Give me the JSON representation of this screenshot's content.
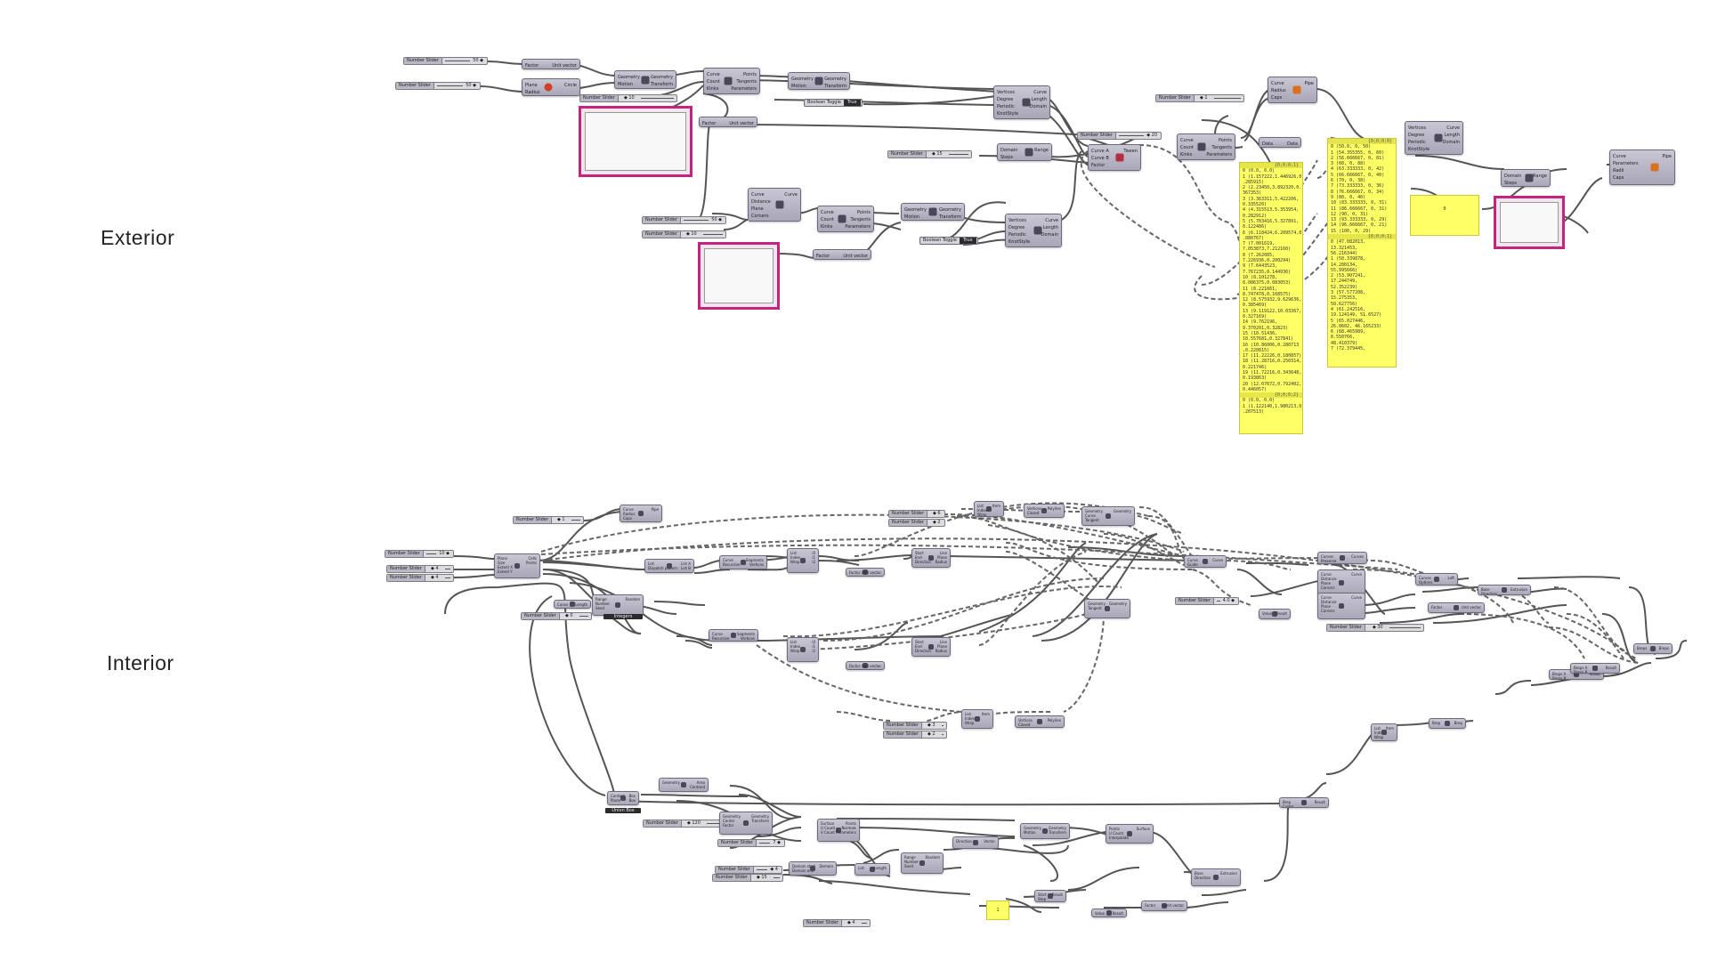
{
  "sections": {
    "exterior_label": "Exterior",
    "interior_label": "Interior"
  },
  "exterior": {
    "sliders": [
      {
        "label": "Number Slider",
        "value": "50 ◆"
      },
      {
        "label": "Number Slider",
        "value": "50 ◆"
      },
      {
        "label": "Number Slider",
        "value": "◆ 10"
      },
      {
        "label": "Number Slider",
        "value": "50 ◆"
      },
      {
        "label": "Number Slider",
        "value": "◆ 10"
      },
      {
        "label": "Number Slider",
        "value": "◆ 15"
      },
      {
        "label": "Number Slider",
        "value": "◆ 20"
      },
      {
        "label": "Number Slider",
        "value": "◆ 1"
      }
    ],
    "toggles": [
      {
        "label": "Boolean Toggle",
        "state": "True"
      },
      {
        "label": "Boolean Toggle",
        "state": "True"
      }
    ],
    "components": [
      {
        "name": "unit-vector",
        "icon": "unit-vector-icon",
        "inputs": [
          "Factor"
        ],
        "outputs": [
          "Unit vector"
        ]
      },
      {
        "name": "circle",
        "icon": "circle-icon",
        "inputs": [
          "Plane",
          "Radius"
        ],
        "outputs": [
          "Circle"
        ]
      },
      {
        "name": "move-1",
        "icon": "move-icon",
        "inputs": [
          "Geometry",
          "Motion"
        ],
        "outputs": [
          "Geometry",
          "Transform"
        ]
      },
      {
        "name": "divide-curve-1",
        "icon": "divide-curve-icon",
        "inputs": [
          "Curve",
          "Count",
          "Kinks"
        ],
        "outputs": [
          "Points",
          "Tangents",
          "Parameters"
        ]
      },
      {
        "name": "move-2",
        "icon": "move-icon",
        "inputs": [
          "Geometry",
          "Motion"
        ],
        "outputs": [
          "Geometry",
          "Transform"
        ]
      },
      {
        "name": "unit-vector-2",
        "icon": "unit-vector-icon",
        "inputs": [
          "Factor"
        ],
        "outputs": [
          "Unit vector"
        ]
      },
      {
        "name": "interpolate-1",
        "icon": "interpolate-icon",
        "inputs": [
          "Vertices",
          "Degree",
          "Periodic",
          "KnotStyle"
        ],
        "outputs": [
          "Curve",
          "Length",
          "Domain"
        ]
      },
      {
        "name": "range-1",
        "icon": "range-icon",
        "inputs": [
          "Domain",
          "Steps"
        ],
        "outputs": [
          "Range"
        ]
      },
      {
        "name": "tween-curve",
        "icon": "tween-icon",
        "inputs": [
          "Curve A",
          "Curve B",
          "Factor"
        ],
        "outputs": [
          "Tween"
        ]
      },
      {
        "name": "divide-curve-2",
        "icon": "divide-curve-icon",
        "inputs": [
          "Curve",
          "Count",
          "Kinks"
        ],
        "outputs": [
          "Points",
          "Tangents",
          "Parameters"
        ]
      },
      {
        "name": "data",
        "icon": "data-icon",
        "inputs": [
          "Data"
        ],
        "outputs": [
          "Data"
        ]
      },
      {
        "name": "pipe-1",
        "icon": "pipe-icon",
        "inputs": [
          "Curve",
          "Radius",
          "Caps"
        ],
        "outputs": [
          "Pipe"
        ]
      },
      {
        "name": "rectangle",
        "icon": "curve-icon",
        "inputs": [
          "Curve",
          "Distance",
          "Plane",
          "Corners"
        ],
        "outputs": [
          "Curve"
        ]
      },
      {
        "name": "divide-curve-3",
        "icon": "divide-curve-icon",
        "inputs": [
          "Curve",
          "Count",
          "Kinks"
        ],
        "outputs": [
          "Points",
          "Tangents",
          "Parameters"
        ]
      },
      {
        "name": "move-3",
        "icon": "move-icon",
        "inputs": [
          "Geometry",
          "Motion"
        ],
        "outputs": [
          "Geometry",
          "Transform"
        ]
      },
      {
        "name": "interpolate-2",
        "icon": "interpolate-icon",
        "inputs": [
          "Vertices",
          "Degree",
          "Periodic",
          "KnotStyle"
        ],
        "outputs": [
          "Curve",
          "Length",
          "Domain"
        ]
      },
      {
        "name": "unit-vector-3",
        "icon": "unit-vector-icon",
        "inputs": [
          "Factor"
        ],
        "outputs": [
          "Unit vector"
        ]
      },
      {
        "name": "interpolate-3",
        "icon": "interpolate-icon",
        "inputs": [
          "Vertices",
          "Degree",
          "Periodic",
          "KnotStyle"
        ],
        "outputs": [
          "Curve",
          "Length",
          "Domain"
        ]
      },
      {
        "name": "range-2",
        "icon": "range-icon",
        "inputs": [
          "Domain",
          "Steps"
        ],
        "outputs": [
          "Range"
        ]
      },
      {
        "name": "pipe-2",
        "icon": "pipe-icon",
        "inputs": [
          "Curve",
          "Parameters",
          "Radii",
          "Caps"
        ],
        "outputs": [
          "Pipe"
        ]
      }
    ],
    "panel_left": [
      "{0;0;0;1}",
      "0 (0.0, 0.0)",
      "1 (1.157222,1.446926,0",
      "  .285915)",
      "2 (2.23450,3.892320,0.",
      "  367353)",
      "3 (3.363311,5.422206,",
      "  0.335520)",
      "4 (4.315513,5.353954,",
      "  0.282912)",
      "5 (5.783416,5.327891,",
      "  0.122486)",
      "6 (6.118424,6.209574,0",
      "  .080767)",
      "7 (7.001619,",
      "  7.053873,7.212160)",
      "8 (7.262085,",
      "  7.226936,0.200294)",
      "9 (7.6443523,",
      "  7.767235,0.144936)",
      "10 (8.101278,",
      "  8.086375,0.083053)",
      "11 (8.221661,",
      "  8.747478,0.168575)",
      "12 (8.575932,9.629636,",
      "  0.385469)",
      "13 (9.119122,10.03367,",
      "  0.327169)",
      "14 (9.762196,",
      "  9.370201,0.32823)",
      "15 (10.51436,",
      "  10.557681,0.327841)",
      "16 (10.86006,0.280713",
      "  ,0.220815)",
      "17 (11.22226,0.180857)",
      "18 (11.28716,0.250314,",
      "  0.221746)",
      "19 (11.72216,0.343648,",
      "  0.193863)",
      "20 (12.07672,0.792402,",
      "  0.446057)",
      "{0;0;0;2}",
      "0 (0.0, 0.0)",
      "1 (1.122140,1.980213,0",
      "  .207513)"
    ],
    "panel_right": [
      "{0;0;0;0}",
      "0 (50.0, 0, 50)",
      "1 (54.355355, 0, 60)",
      "2 (56.666667, 0, 81)",
      "3 (60, 0, 88)",
      "4 (63.333333, 0, 42)",
      "5 (66.666667, 0, 40)",
      "6 (70, 0, 38)",
      "7 (73.333333, 0, 36)",
      "8 (76.666667, 0, 34)",
      "9 (80, 0, 40)",
      "10 (83.333333, 0, 31)",
      "11 (86.666667, 0, 31)",
      "12 (90, 0, 31)",
      "13 (93.333333, 0, 29)",
      "14 (96.666667, 0, 21)",
      "15 (100, 0, 29)",
      "{0;0;0;1}",
      "0 (47.082013,",
      "  13.321453,",
      "  56.216344)",
      "1 (50.339878,",
      "  14.200134,",
      "  55.995666)",
      "2 (53.907241,",
      "  17.244749,",
      "  52.352239)",
      "3 (57.577208,",
      "  15.275353,",
      "  50.627756)",
      "4 (61.242516,",
      "  19.124149, 51.6527)",
      "5 (65.027446,",
      "  26.0602, 46.165233)",
      "6 (68.465989,",
      "  8.550766,",
      "  48.410379)",
      "7 (72.379445,"
    ],
    "panel_small": "0"
  },
  "interior": {
    "sliders": [
      {
        "label": "Number Slider",
        "value": "◆ 1"
      },
      {
        "label": "Number Slider",
        "value": "10 ◆"
      },
      {
        "label": "Number Slider",
        "value": "◆ 4"
      },
      {
        "label": "Number Slider",
        "value": "◆ 4"
      },
      {
        "label": "Number Slider",
        "value": "◆ 0"
      },
      {
        "label": "Number Slider",
        "value": "◆ 6"
      },
      {
        "label": "Number Slider",
        "value": "◆ 2"
      },
      {
        "label": "Number Slider",
        "value": "4.0 ◆"
      },
      {
        "label": "Number Slider",
        "value": "◆ 30"
      },
      {
        "label": "Number Slider",
        "value": "◆ 3"
      },
      {
        "label": "Number Slider",
        "value": "◆ 2"
      },
      {
        "label": "Number Slider",
        "value": "◆ 120"
      },
      {
        "label": "Number Slider",
        "value": "7 ◆"
      },
      {
        "label": "Number Slider",
        "value": "◆ 4"
      },
      {
        "label": "Number Slider",
        "value": "◆ 15"
      },
      {
        "label": "Number Slider",
        "value": "◆ 4"
      }
    ],
    "components": [
      {
        "name": "pipe",
        "icon": "pipe-icon",
        "inputs": [
          "Curve",
          "Radius",
          "Caps"
        ],
        "outputs": [
          "Pipe"
        ]
      },
      {
        "name": "list-item-1",
        "icon": "list-icon",
        "inputs": [
          "List",
          "Index",
          "Wrap"
        ],
        "outputs": [
          "Item"
        ]
      },
      {
        "name": "polyline-1",
        "icon": "polyline-icon",
        "inputs": [
          "Vertices",
          "Closed"
        ],
        "outputs": [
          "Polyline"
        ]
      },
      {
        "name": "rotate",
        "icon": "rotate-icon",
        "inputs": [
          "Geometry",
          "Curve",
          "Tangent"
        ],
        "outputs": [
          "Geometry"
        ]
      },
      {
        "name": "plane-origin",
        "icon": "plane-icon",
        "inputs": [
          "Plane",
          "Size",
          "Extent X",
          "Extent Y"
        ],
        "outputs": [
          "Cells",
          "Points"
        ]
      },
      {
        "name": "explode-1",
        "icon": "explode-icon",
        "inputs": [
          "List",
          "Dispatch pattern"
        ],
        "outputs": [
          "List A",
          "List B"
        ]
      },
      {
        "name": "explode-2",
        "icon": "explode-icon",
        "inputs": [
          "Curve",
          "Recursive"
        ],
        "outputs": [
          "Segments",
          "Vertices"
        ]
      },
      {
        "name": "list-item-2",
        "icon": "list-icon",
        "inputs": [
          "List",
          "Index",
          "Wrap"
        ],
        "outputs": [
          "i0",
          "i1",
          "i2"
        ]
      },
      {
        "name": "line-sdl-1",
        "icon": "line-icon",
        "inputs": [
          "Start",
          "End",
          "Direction"
        ],
        "outputs": [
          "Line",
          "Plane",
          "Radius"
        ]
      },
      {
        "name": "unit-vector-1",
        "icon": "unit-vector-icon",
        "inputs": [
          "Factor"
        ],
        "outputs": [
          "Unit vector"
        ]
      },
      {
        "name": "length",
        "icon": "length-icon",
        "inputs": [
          "Curve"
        ],
        "outputs": [
          "Length"
        ]
      },
      {
        "name": "random",
        "icon": "random-icon",
        "inputs": [
          "Range",
          "Number",
          "Seed"
        ],
        "outputs": [
          "Random"
        ]
      },
      {
        "name": "flip-curve",
        "icon": "flip-icon",
        "inputs": [
          "Curve",
          "Guide"
        ],
        "outputs": [
          "Curve"
        ]
      },
      {
        "name": "orient",
        "icon": "orient-icon",
        "inputs": [
          "Geometry",
          "Tangent"
        ],
        "outputs": [
          "Geometry"
        ]
      },
      {
        "name": "explode-3",
        "icon": "explode-icon",
        "inputs": [
          "Curve",
          "Recursive"
        ],
        "outputs": [
          "Segments",
          "Vertices"
        ]
      },
      {
        "name": "list-item-3",
        "icon": "list-icon",
        "inputs": [
          "List",
          "Index",
          "Wrap"
        ],
        "outputs": [
          "i0",
          "i1",
          "i2"
        ]
      },
      {
        "name": "line-sdl-2",
        "icon": "line-icon",
        "inputs": [
          "Start",
          "End",
          "Direction"
        ],
        "outputs": [
          "Line",
          "Plane",
          "Radius"
        ]
      },
      {
        "name": "unit-vector-2",
        "icon": "unit-vector-icon",
        "inputs": [
          "Factor"
        ],
        "outputs": [
          "Unit vector"
        ]
      },
      {
        "name": "list-item-4",
        "icon": "list-icon",
        "inputs": [
          "List",
          "Index",
          "Wrap"
        ],
        "outputs": [
          "Item"
        ]
      },
      {
        "name": "polyline-2",
        "icon": "polyline-icon",
        "inputs": [
          "Vertices",
          "Closed"
        ],
        "outputs": [
          "Polyline"
        ]
      },
      {
        "name": "join-curves",
        "icon": "join-icon",
        "inputs": [
          "Curves",
          "Preserve"
        ],
        "outputs": [
          "Curves"
        ]
      },
      {
        "name": "offset-1",
        "icon": "offset-icon",
        "inputs": [
          "Curve",
          "Distance",
          "Plane",
          "Corners"
        ],
        "outputs": [
          "Curve"
        ]
      },
      {
        "name": "offset-2",
        "icon": "offset-icon",
        "inputs": [
          "Curve",
          "Distance",
          "Plane",
          "Corners"
        ],
        "outputs": [
          "Curve"
        ]
      },
      {
        "name": "loft",
        "icon": "loft-icon",
        "inputs": [
          "Curves",
          "Options"
        ],
        "outputs": [
          "Loft"
        ]
      },
      {
        "name": "extrude",
        "icon": "extrude-icon",
        "inputs": [
          "Base",
          "Direction"
        ],
        "outputs": [
          "Extrusion"
        ]
      },
      {
        "name": "unit-vector-3",
        "icon": "unit-vector-icon",
        "inputs": [
          "Factor"
        ],
        "outputs": [
          "Unit vector"
        ]
      },
      {
        "name": "expression",
        "icon": "expression-icon",
        "inputs": [
          "Value"
        ],
        "outputs": [
          "Result"
        ]
      },
      {
        "name": "brep-join",
        "icon": "brep-icon",
        "inputs": [
          "Breps"
        ],
        "outputs": [
          "Breps"
        ]
      },
      {
        "name": "solid-union",
        "icon": "union-icon",
        "inputs": [
          "Breps A",
          "Breps B"
        ],
        "outputs": [
          "Result"
        ]
      },
      {
        "name": "solid-difference",
        "icon": "difference-icon",
        "inputs": [
          "Breps A",
          "Breps B"
        ],
        "outputs": [
          "Result"
        ]
      },
      {
        "name": "cap-holes",
        "icon": "cap-icon",
        "inputs": [
          "Brep"
        ],
        "outputs": [
          "Brep"
        ]
      },
      {
        "name": "list-item-5",
        "icon": "list-icon",
        "inputs": [
          "List",
          "Index",
          "Wrap"
        ],
        "outputs": [
          "Item"
        ]
      },
      {
        "name": "region-union",
        "icon": "union-icon",
        "inputs": [
          "Brep",
          "Cutter"
        ],
        "outputs": [
          "Result"
        ]
      },
      {
        "name": "bounding-box",
        "icon": "box-icon",
        "inputs": [
          "Content",
          "Plane"
        ],
        "outputs": [
          "Box",
          "Box"
        ]
      },
      {
        "name": "box-corners",
        "icon": "box-icon",
        "inputs": [
          "Geometry"
        ],
        "outputs": [
          "Area",
          "Centroid"
        ]
      },
      {
        "name": "rotate-2",
        "icon": "rotate-icon",
        "inputs": [
          "Geometry",
          "Center",
          "Factor"
        ],
        "outputs": [
          "Geometry",
          "Transform"
        ]
      },
      {
        "name": "divide-surface",
        "icon": "surface-icon",
        "inputs": [
          "Surface",
          "U Count",
          "V Count"
        ],
        "outputs": [
          "Points",
          "Normals",
          "Parameters"
        ]
      },
      {
        "name": "move-z",
        "icon": "move-icon",
        "inputs": [
          "Geometry",
          "Motion"
        ],
        "outputs": [
          "Geometry",
          "Transform"
        ]
      },
      {
        "name": "vector",
        "icon": "vector-icon",
        "inputs": [
          "Direction"
        ],
        "outputs": [
          "Vector"
        ]
      },
      {
        "name": "surface-from-points",
        "icon": "surface-icon",
        "inputs": [
          "Points",
          "U Count",
          "Interpolate"
        ],
        "outputs": [
          "Surface"
        ]
      },
      {
        "name": "divide-domain",
        "icon": "domain-icon",
        "inputs": [
          "Domain start",
          "Domain end"
        ],
        "outputs": [
          "Domain"
        ]
      },
      {
        "name": "length-2",
        "icon": "length-icon",
        "inputs": [
          "List"
        ],
        "outputs": [
          "Length"
        ]
      },
      {
        "name": "random-2",
        "icon": "random-icon",
        "inputs": [
          "Range",
          "Number",
          "Seed"
        ],
        "outputs": [
          "Random"
        ]
      },
      {
        "name": "extrude-2",
        "icon": "extrude-icon",
        "inputs": [
          "Base",
          "Direction"
        ],
        "outputs": [
          "Extrusion"
        ]
      },
      {
        "name": "series",
        "icon": "series-icon",
        "inputs": [
          "Start",
          "Step"
        ],
        "outputs": [
          "Result"
        ]
      },
      {
        "name": "negative",
        "icon": "expression-icon",
        "inputs": [
          "Value"
        ],
        "outputs": [
          "Result"
        ]
      },
      {
        "name": "unit-vector-4",
        "icon": "unit-vector-icon",
        "inputs": [
          "Factor"
        ],
        "outputs": [
          "Unit vector"
        ]
      }
    ],
    "tags": [
      "Integers",
      "Union Box"
    ],
    "panel_small": "1"
  }
}
